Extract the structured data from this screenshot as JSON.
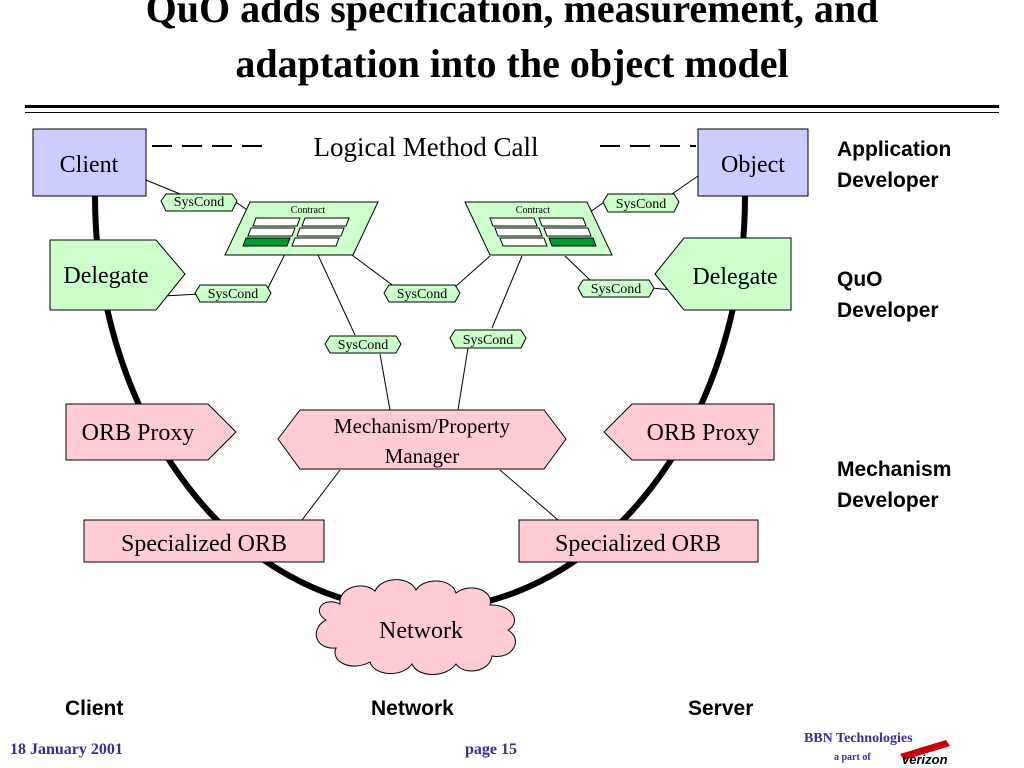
{
  "title_line1": "QuO adds specification, measurement, and",
  "title_line2": "adaptation into the object model",
  "logical_call": "Logical Method Call",
  "nodes": {
    "client": "Client",
    "object": "Object",
    "delegate_left": "Delegate",
    "delegate_right": "Delegate",
    "orb_proxy_left": "ORB Proxy",
    "orb_proxy_right": "ORB Proxy",
    "mechanism_line1": "Mechanism/Property",
    "mechanism_line2": "Manager",
    "orb_left": "Specialized ORB",
    "orb_right": "Specialized ORB",
    "network": "Network"
  },
  "contract_label": "Contract",
  "syscond_label": "SysCond",
  "developer_labels": {
    "application_line1": "Application",
    "application_line2": "Developer",
    "quo_line1": "QuO",
    "quo_line2": "Developer",
    "mechanism_line1": "Mechanism",
    "mechanism_line2": "Developer"
  },
  "columns": {
    "client": "Client",
    "network": "Network",
    "server": "Server"
  },
  "footer": {
    "date": "18 January 2001",
    "page": "page 15",
    "company": "BBN Technologies",
    "part_of": "a part of",
    "parent_logo": "verizon"
  },
  "colors": {
    "client_object_fill": "#ccccff",
    "quo_fill": "#ccffcc",
    "orb_fill": "#ffccd5",
    "contract_active": "#009933",
    "footer_text": "#3a2a9a",
    "logo_red": "#cc0000"
  }
}
